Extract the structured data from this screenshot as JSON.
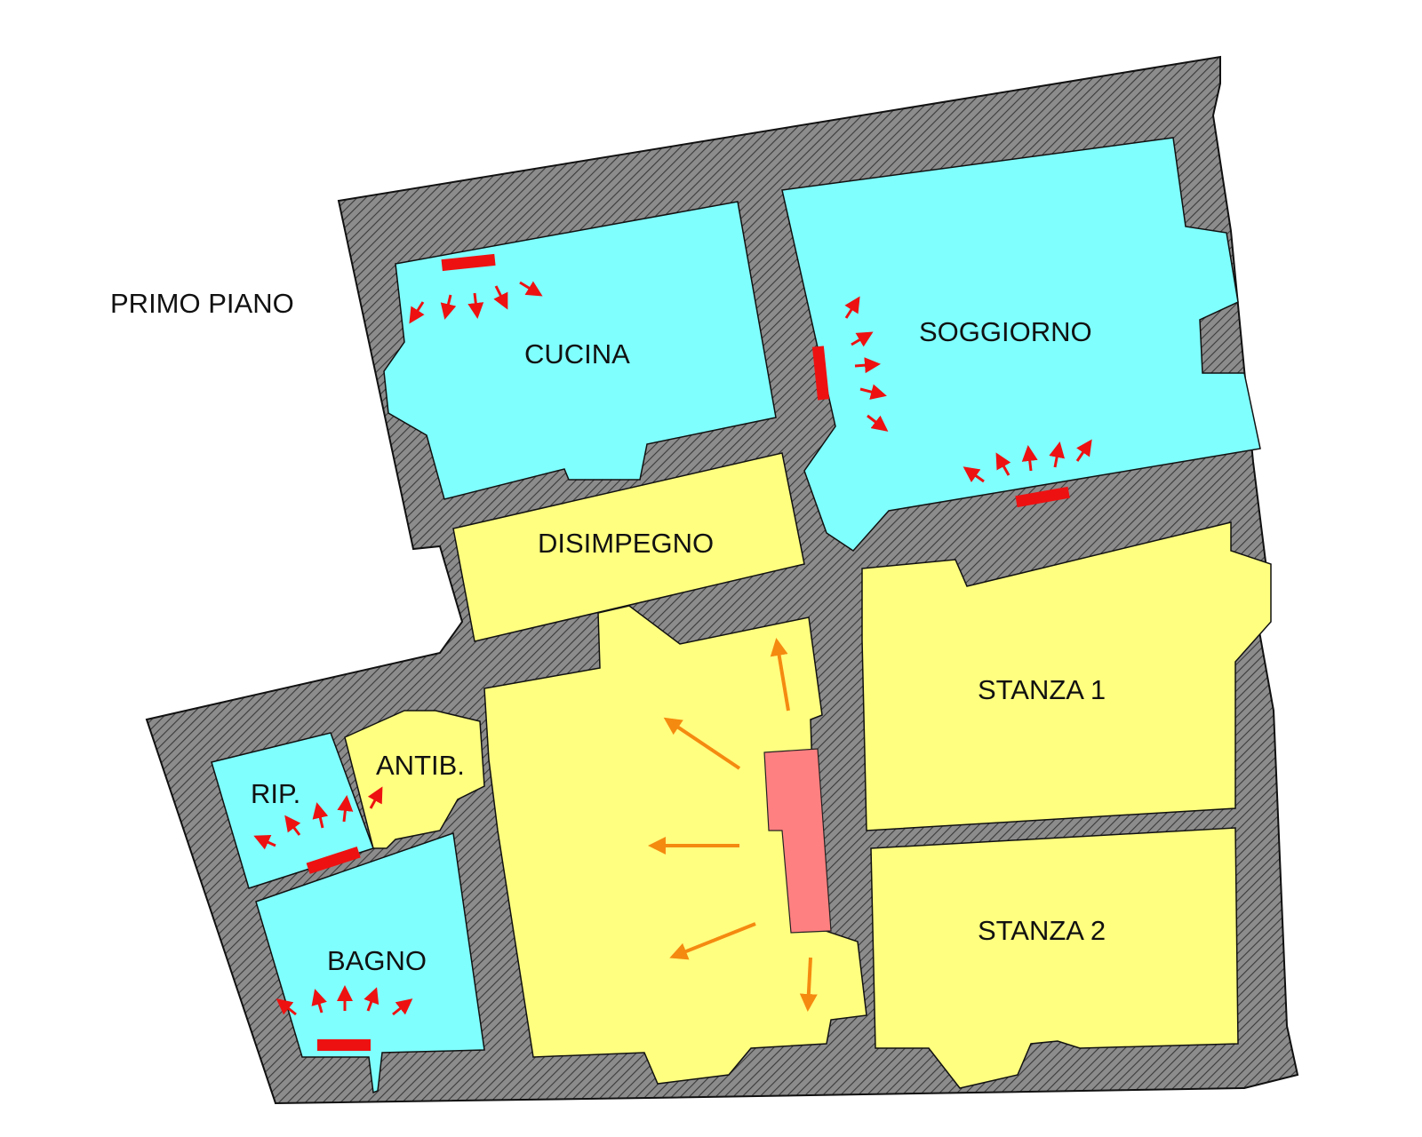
{
  "plan_title": "PRIMO PIANO",
  "colors": {
    "wall": "#8c8c8c",
    "hatch": "#3a3a3a",
    "heated_room": "#80ffff",
    "unheated_room": "#ffff80",
    "radiator": "#ee1111",
    "heat_arrow": "#ee1111",
    "stove": "#ff8080",
    "stove_arrow": "#f58a10"
  },
  "rooms": {
    "cucina": "CUCINA",
    "soggiorno": "SOGGIORNO",
    "disimpegno": "DISIMPEGNO",
    "stanza1": "STANZA 1",
    "stanza2": "STANZA 2",
    "antibagno": "ANTIB.",
    "ripostiglio": "RIP.",
    "bagno": "BAGNO"
  }
}
